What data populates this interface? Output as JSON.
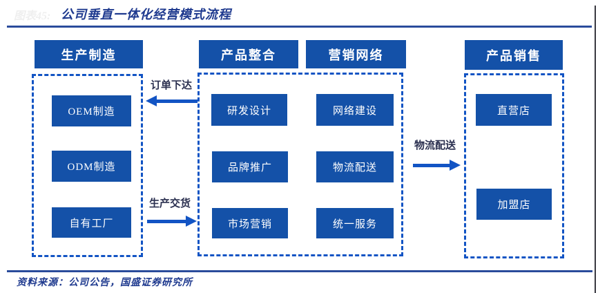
{
  "header": {
    "figure_label": "图表45:",
    "title": "公司垂直一体化经营模式流程"
  },
  "columns": [
    {
      "header": "生产制造",
      "items": [
        "OEM制造",
        "ODM制造",
        "自有工厂"
      ]
    },
    {
      "header": "产品整合",
      "items": [
        "研发设计",
        "品牌推广",
        "市场营销"
      ]
    },
    {
      "header": "营销网络",
      "items": [
        "网络建设",
        "物流配送",
        "统一服务"
      ]
    },
    {
      "header": "产品销售",
      "items": [
        "直营店",
        "加盟店"
      ]
    }
  ],
  "flows": [
    {
      "label": "订单下达",
      "direction": "left"
    },
    {
      "label": "生产交货",
      "direction": "right"
    },
    {
      "label": "物流配送",
      "direction": "right"
    }
  ],
  "footer": {
    "source": "资料来源：公司公告，国盛证券研究所"
  },
  "colors": {
    "box_blue": "#1451a8",
    "dash_blue": "#1254c4",
    "arrow_blue": "#1254c4",
    "rule_blue": "#2a4b9b",
    "title_blue": "#1f3a8f",
    "flow_label_dark": "#2b3050",
    "box_text": "#ffffff"
  }
}
